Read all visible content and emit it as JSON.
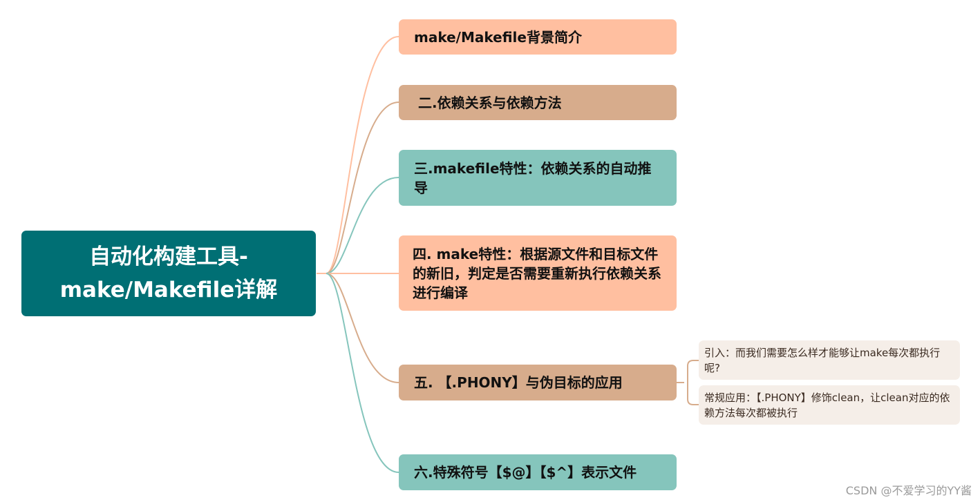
{
  "root": {
    "title": "自动化构建工具-make/Makefile详解"
  },
  "branches": [
    {
      "label": "make/Makefile背景简介",
      "color": "#FFBFA0"
    },
    {
      "label": "二.依赖关系与依赖方法",
      "color": "#D7AC8C"
    },
    {
      "label": "三.makefile特性：依赖关系的自动推导",
      "color": "#85C5BC"
    },
    {
      "label": "四. make特性：根据源文件和目标文件的新旧，判定是否需要重新执行依赖关系进行编译",
      "color": "#FFBFA0"
    },
    {
      "label": "五. 【.PHONY】与伪目标的应用",
      "color": "#D7AC8C"
    },
    {
      "label": "六.特殊符号【$@】【$^】表示文件",
      "color": "#85C5BC"
    }
  ],
  "subnodes": [
    {
      "label": "引入：而我们需要怎么样才能够让make每次都执行呢?"
    },
    {
      "label": "常规应用：【.PHONY】修饰clean，让clean对应的依赖方法每次都被执行"
    }
  ],
  "watermark": "CSDN @不爱学习的YY酱"
}
